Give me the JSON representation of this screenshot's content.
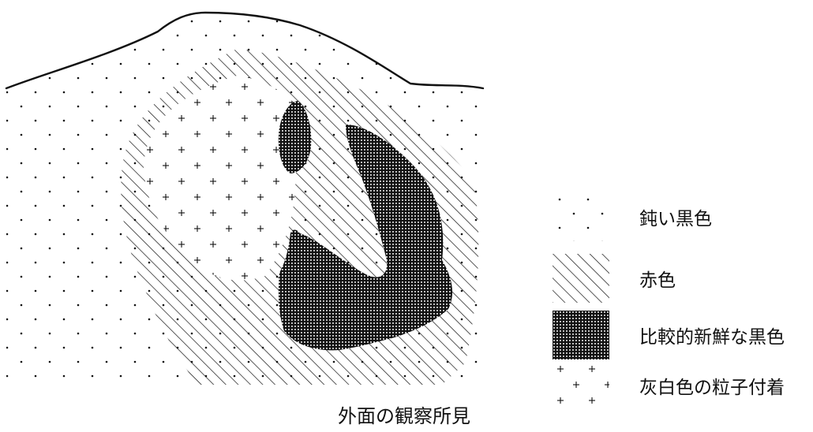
{
  "legend": {
    "dull_black": "鈍い黒色",
    "red": "赤色",
    "fresh_black": "比較的新鮮な黒色",
    "gray_white_particles": "灰白色の粒子付着"
  },
  "caption": "外面の観察所見"
}
